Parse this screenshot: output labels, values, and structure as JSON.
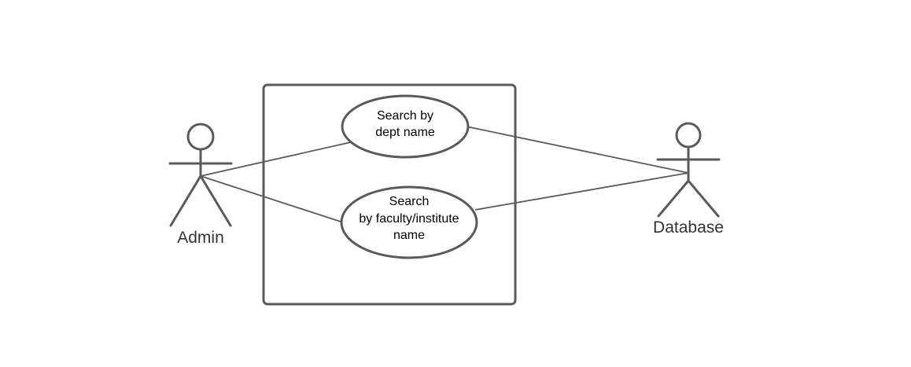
{
  "actors": {
    "admin": {
      "label": "Admin"
    },
    "database": {
      "label": "Database"
    }
  },
  "use_cases": {
    "search_dept": {
      "lines": [
        "Search by",
        "dept name"
      ]
    },
    "search_faculty": {
      "lines": [
        "Search",
        "by faculty/institute",
        "name"
      ]
    }
  },
  "colors": {
    "stroke": "#5a5a5a",
    "text": "#000000",
    "actor_text": "#333333",
    "background": "#ffffff"
  }
}
